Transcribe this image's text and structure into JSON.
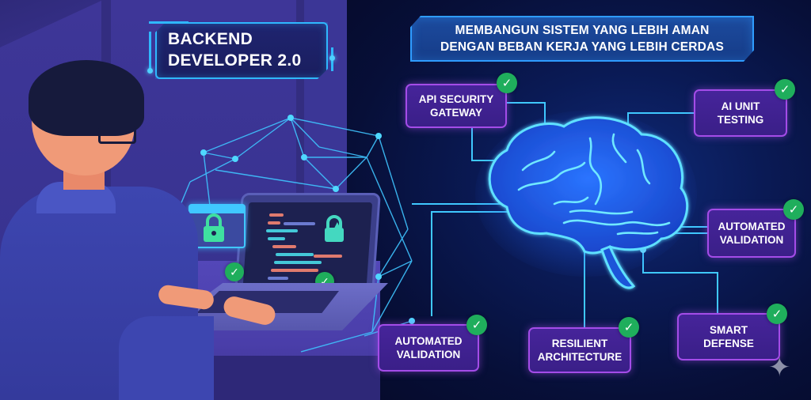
{
  "title_badge": {
    "line1": "BACKEND",
    "line2": "DEVELOPER 2.0"
  },
  "headline": {
    "line1": "MEMBANGUN SISTEM YANG LEBIH AMAN",
    "line2": "DENGAN BEBAN KERJA YANG LEBIH CERDAS"
  },
  "features": [
    {
      "line1": "API SECURITY",
      "line2": "GATEWAY",
      "status": "check-icon"
    },
    {
      "line1": "AI UNIT",
      "line2": "TESTING",
      "status": "check-icon"
    },
    {
      "line1": "AUTOMATED",
      "line2": "VALIDATION",
      "status": "check-icon"
    },
    {
      "line1": "AUTOMATED",
      "line2": "VALIDATION",
      "status": "check-icon"
    },
    {
      "line1": "RESILIENT",
      "line2": "ARCHITECTURE",
      "status": "check-icon"
    },
    {
      "line1": "SMART",
      "line2": "DEFENSE",
      "status": "check-icon"
    }
  ],
  "icons": {
    "check": "✓",
    "lock": "🔒",
    "sparkle": "✦"
  },
  "colors": {
    "left_background": "#3e3698",
    "right_background": "#070f38",
    "neon_blue": "#2fb8ff",
    "card_border": "#a44ce8",
    "card_fill": "#46249a",
    "check_green": "#1fae5c",
    "brain_blue": "#2a8cff"
  }
}
